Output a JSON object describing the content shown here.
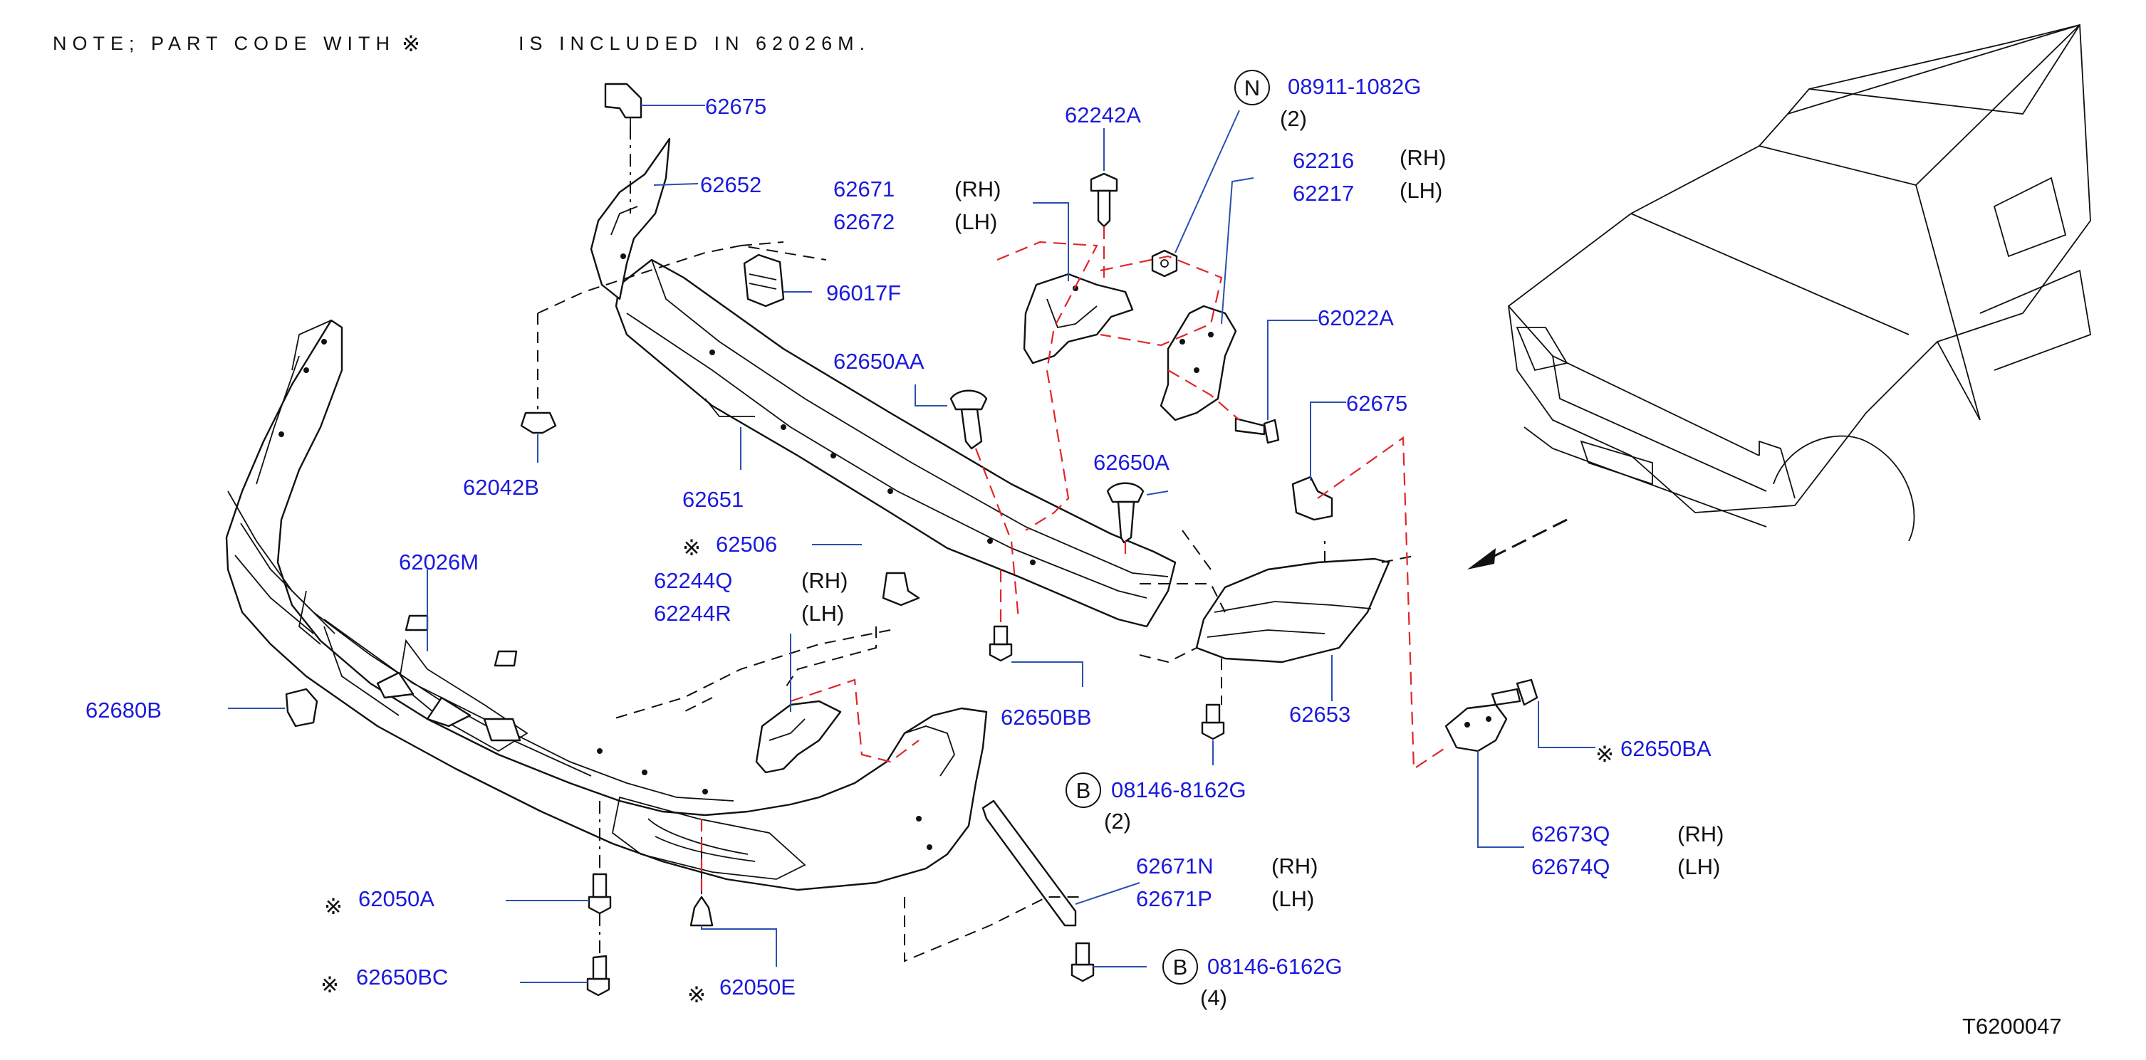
{
  "note": {
    "prefix": "NOTE; PART CODE WITH",
    "suffix": "IS INCLUDED IN 62026M.",
    "marker_icon": "kome-mark"
  },
  "diagram_code": "T6200047",
  "labels": {
    "p62675_top": "62675",
    "p62652": "62652",
    "p96017F": "96017F",
    "p62042B": "62042B",
    "p62651": "62651",
    "p62242A": "62242A",
    "p62671": "62671",
    "p62672": "62672",
    "rh_1": "(RH)",
    "lh_1": "(LH)",
    "p08911": "08911-1082G",
    "q_08911": "(2)",
    "p62216": "62216",
    "p62217": "62217",
    "rh_2": "(RH)",
    "lh_2": "(LH)",
    "p62022A": "62022A",
    "p62675_right": "62675",
    "p62650AA": "62650AA",
    "p62650A": "62650A",
    "p62506": "62506",
    "p62026M": "62026M",
    "p62244Q": "62244Q",
    "p62244R": "62244R",
    "rh_3": "(RH)",
    "lh_3": "(LH)",
    "p62680B": "62680B",
    "p62650BB": "62650BB",
    "p62653": "62653",
    "p62650BA": "62650BA",
    "p08146_8162G": "08146-8162G",
    "q_8162": "(2)",
    "p62673Q": "62673Q",
    "p62674Q": "62674Q",
    "rh_4": "(RH)",
    "lh_4": "(LH)",
    "p62671N": "62671N",
    "p62671P": "62671P",
    "rh_5": "(RH)",
    "lh_5": "(LH)",
    "p62050A": "62050A",
    "p62650BC": "62650BC",
    "p62050E": "62050E",
    "p08146_6162G": "08146-6162G",
    "q_6162": "(4)"
  },
  "symbols": {
    "n_circle": "N",
    "b_circle_1": "B",
    "b_circle_2": "B",
    "kome": "※"
  }
}
